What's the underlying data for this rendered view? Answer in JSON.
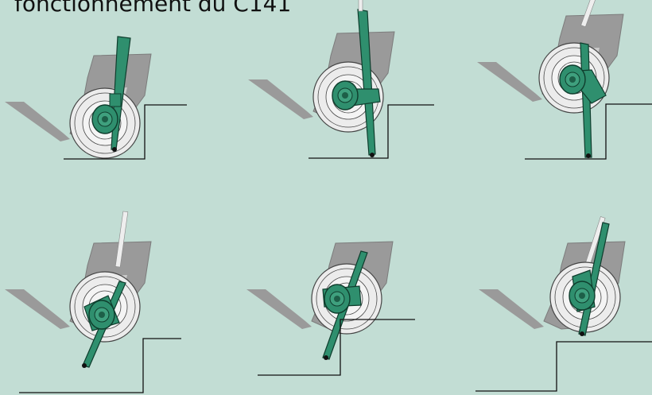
{
  "title": "fonctionnement du C141",
  "colors": {
    "background": "#c2ddd4",
    "wheelchair_frame": "#9a9a9a",
    "wheel_fill": "#ececec",
    "lever_green": "#2f8f6e",
    "lever_outline": "#0f3d2d",
    "ground_line": "#111111"
  },
  "panels": [
    {
      "id": "step-1",
      "lever_state": "front-down"
    },
    {
      "id": "step-2",
      "lever_state": "tilted-back-on-ground"
    },
    {
      "id": "step-3",
      "lever_state": "lifting-on-ground"
    },
    {
      "id": "step-4",
      "lever_state": "reaching-lower-level"
    },
    {
      "id": "step-5",
      "lever_state": "descending"
    },
    {
      "id": "step-6",
      "lever_state": "landed-lower-level"
    }
  ]
}
